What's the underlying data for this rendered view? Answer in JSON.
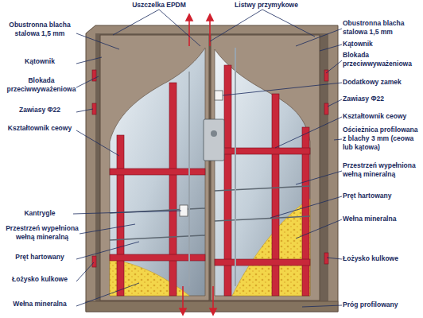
{
  "diagram": {
    "labels": [
      "Uszczelka EPDM",
      "Listwy przymykowe",
      "Obustronna blacha stalowa 1,5 mm",
      "Kątownik",
      "Blokada przeciwwyważeniowa",
      "Zawiasy Φ22",
      "Kształtownik ceowy",
      "Kantrygle",
      "Przestrzeń wypełniona wełną mineralną",
      "Pręt hartowany",
      "Łożysko kulkowe",
      "Wełna mineralna",
      "Obustronna blacha stalowa 1,5 mm",
      "Kątownik",
      "Blokada przeciwwyważeniowa",
      "Dodatkowy zamek",
      "Zawiasy Φ22",
      "Kształtownik ceowy",
      "Ościeżnica profilowana z blachy 3 mm (ceowa lub kątowa)",
      "Przestrzeń wypełniona wełną mineralną",
      "Pręt hartowany",
      "Wełna mineralna",
      "Łożysko kulkowe",
      "Próg profilowany"
    ]
  }
}
